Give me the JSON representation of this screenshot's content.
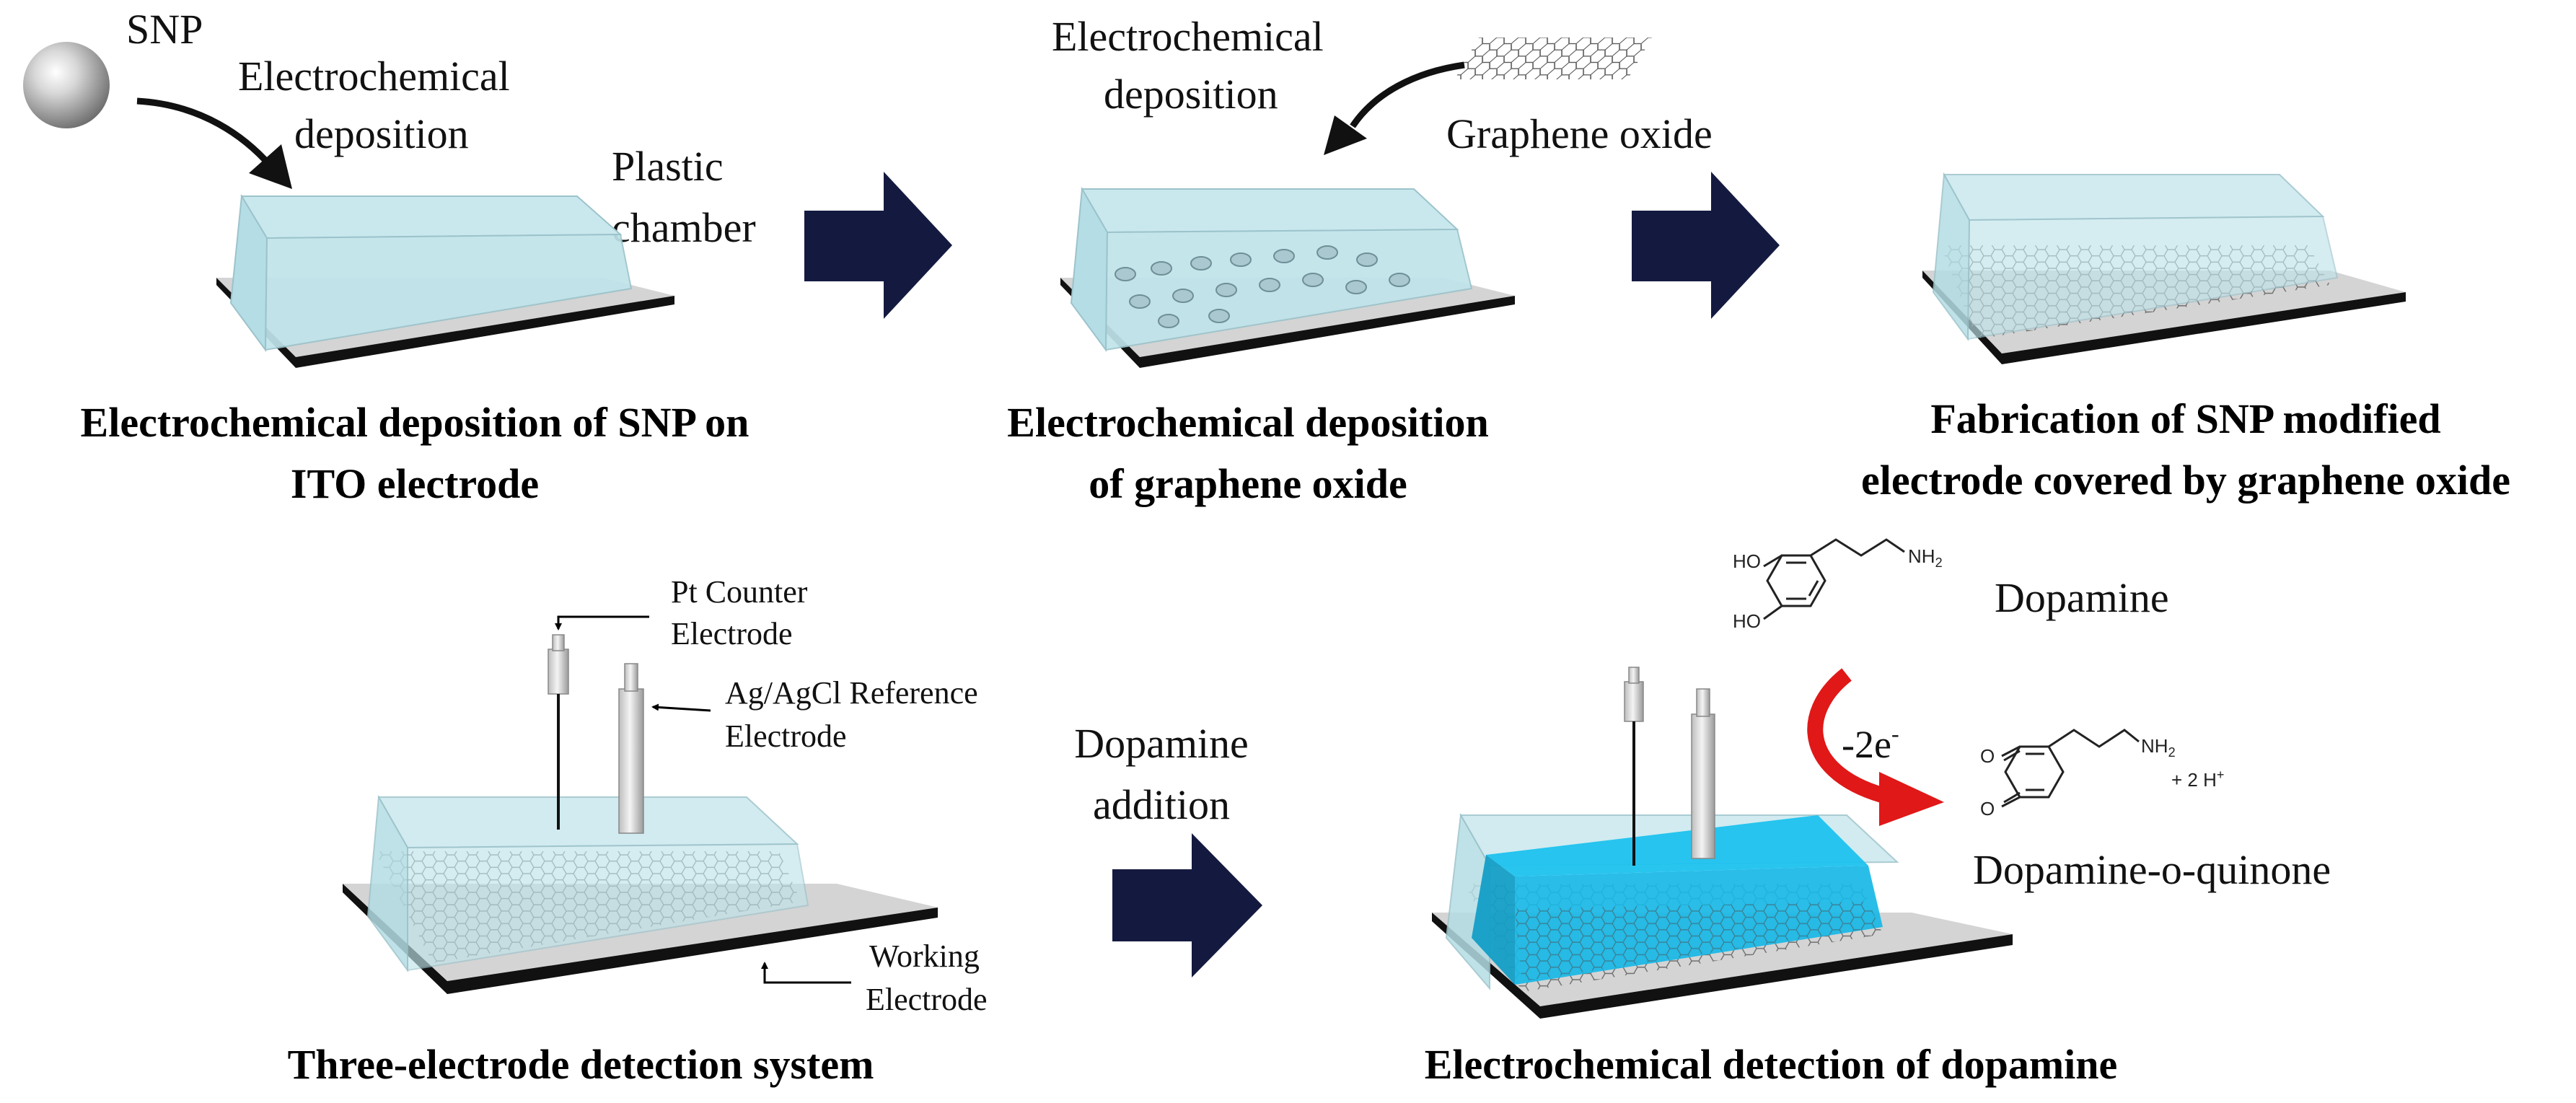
{
  "colors": {
    "arrow": "#141a3f",
    "chamber": "#bfe4ea",
    "chamber_edge": "#8fb9c2",
    "plate": "#111111",
    "plate_glass": "#d4d4d4",
    "solution": "#17b7e6",
    "reaction_arrow": "#e01818"
  },
  "panel1": {
    "snp_label": "SNP",
    "deposition_line1": "Electrochemical",
    "deposition_line2": "deposition",
    "chamber_line1": "Plastic",
    "chamber_line2": "chamber",
    "caption_line1": "Electrochemical deposition of SNP on",
    "caption_line2": "ITO electrode"
  },
  "panel2": {
    "deposition_line1": "Electrochemical",
    "deposition_line2": "deposition",
    "go_label": "Graphene oxide",
    "caption_line1": "Electrochemical deposition",
    "caption_line2": "of graphene oxide"
  },
  "panel3": {
    "caption_line1": "Fabrication of SNP modified",
    "caption_line2": "electrode covered by graphene oxide"
  },
  "panel4": {
    "counter_line1": "Pt Counter",
    "counter_line2": "Electrode",
    "reference_line1": "Ag/AgCl  Reference",
    "reference_line2": "Electrode",
    "working_line1": "Working",
    "working_line2": "Electrode",
    "caption": "Three-electrode detection system"
  },
  "transition": {
    "line1": "Dopamine",
    "line2": "addition"
  },
  "panel5": {
    "dopamine_label": "Dopamine",
    "electrons": "-2e",
    "electrons_sup": "-",
    "product_label": "Dopamine-o-quinone",
    "protons": "+ 2 H",
    "protons_sup": "+",
    "ho1": "HO",
    "ho2": "HO",
    "nh2_a": "NH",
    "nh2_b": "NH",
    "nh2_sub": "2",
    "o1": "O",
    "o2": "O",
    "caption": "Electrochemical detection of dopamine"
  }
}
